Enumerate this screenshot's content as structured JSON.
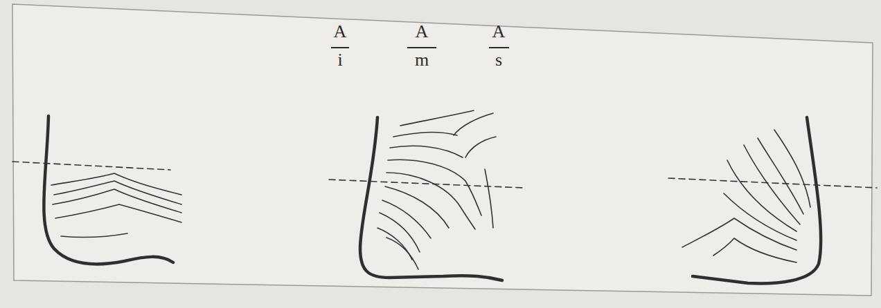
{
  "diagram": {
    "labels": [
      "A",
      "i",
      "A",
      "m",
      "A",
      "s"
    ]
  }
}
